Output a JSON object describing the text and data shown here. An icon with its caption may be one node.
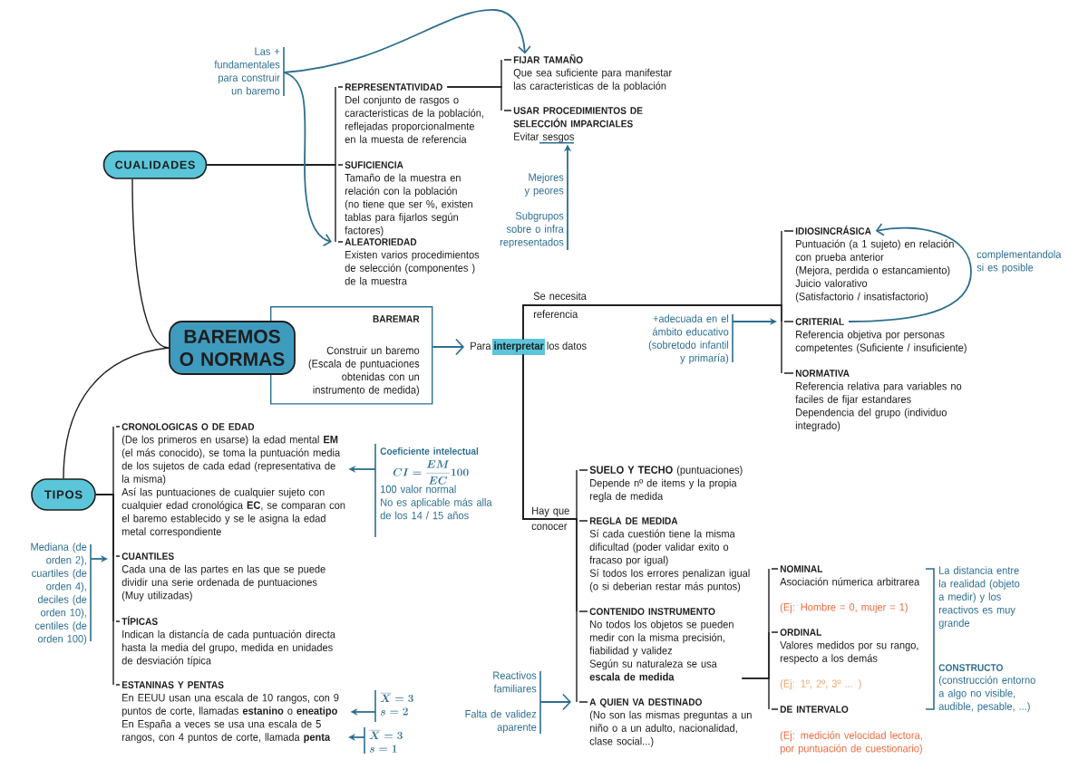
{
  "diagram": {
    "nodes": [
      {
        "text": [
          "BAREMOS O NORMAS"
        ]
      },
      {
        "text": [
          "CUALIDADES"
        ]
      },
      {
        "text": [
          "TIPOS"
        ]
      },
      {
        "text": [
          "BAREMAR",
          "Construir un baremo (Escala de puntuaciones obtenidas con un instrumento de medida)"
        ]
      },
      {
        "text": [
          "Para **interpretar** los datos"
        ]
      },
      {
        "text": [
          "Las + fundamentales para construir un baremo"
        ]
      },
      {
        "text": [
          "REPRESENTATIVIDAD",
          "Del conjunto de rasgos o caracteristicas de la población, reflejadas proporcionalmente en la muesta de referencia"
        ]
      },
      {
        "text": [
          "SUFICIENCIA",
          "Tamaño de la muestra en relación con la población (no tiene que ser %, existen tablas para fijarlos según factores)"
        ]
      },
      {
        "text": [
          "ALEATORIEDAD",
          "Existen varios procedimientos de selección (componentes ) de la muestra"
        ]
      },
      {
        "text": [
          "FIJAR TAMAÑO",
          "Que sea suficiente para manifestar las caracteristicas de la población"
        ]
      },
      {
        "text": [
          "USAR PROCEDIMIENTOS DE SELECCIÓN IMPARCIALES",
          "Evitar sesgos"
        ]
      },
      {
        "text": [
          "Mejores y peores",
          "Subgrupos sobre o infra representados"
        ]
      },
      {
        "text": [
          "IDIOSINCRÁSICA",
          "Puntuación (a 1 sujeto) en relación con prueba anterior",
          "(Mejora, perdida o estancamiento)",
          "Juicio valorativo",
          "(Satisfactorio / insatisfactorio)"
        ]
      },
      {
        "text": [
          "CRITERIAL",
          "Referencia objetiva por personas competentes (Suficiente / insuficiente)"
        ]
      },
      {
        "text": [
          "NORMATIVA",
          "Referencia relativa para variables no faciles de fijar estandares",
          "Dependencia del grupo (individuo integrado)"
        ]
      },
      {
        "text": [
          "+adecuada en el ámbito educativo (sobretodo infantil y primaría)"
        ]
      },
      {
        "text": [
          "**SUELO Y TECHO** (puntuaciones)",
          "Depende nº de items y la propia regla de medida"
        ]
      },
      {
        "text": [
          "REGLA DE MEDIDA",
          "Sí cada cuestión tiene la misma dificultad (poder validar exito o fracaso por igual)",
          "Sí todos los errores penalizan igual (o si deberian restar más puntos)"
        ]
      },
      {
        "text": [
          "CONTENIDO INSTRUMENTO",
          "No todos los objetos se pueden medir con la misma precisión, fiabilidad y validez",
          "Según su naturaleza se usa **escala de medida**"
        ]
      },
      {
        "text": [
          "A QUIEN VA DESTINADO",
          "(No son las mismas preguntas a un niño o a un adulto, nacionalidad, clase social...)"
        ]
      },
      {
        "text": [
          "Reactivos familiares",
          "Falta de validez aparente"
        ]
      },
      {
        "text": [
          "NOMINAL",
          "Asociación númerica arbitrarea",
          "(Ej: Hombre = 0, mujer = 1)"
        ]
      },
      {
        "text": [
          "ORDINAL",
          "Valores medidos por su rango, respecto a los demás",
          "(Ej: 1º, 2º, 3º ... )"
        ]
      },
      {
        "text": [
          "DE INTERVALO",
          "(Ej: medición velocidad lectora, por puntuación de cuestionario)"
        ]
      },
      {
        "text": [
          "CRONOLOGICAS O DE EDAD",
          "(De los primeros en usarse) la edad mental **EM** (el más conocido), se toma la puntuación media de los sujetos de cada edad (representativa de la misma)",
          "Así las puntuaciones de cualquier sujeto con cualquier edad cronológica **EC**, se comparan con el baremo establecido y se le asigna la edad metal correspondiente"
        ]
      },
      {
        "text": [
          "Coeficiente intelectual",
          "CI = \\frac{EM}{EC}100",
          "100 valor normal",
          "No es aplicable más alla de los 14 / 15 años"
        ]
      },
      {
        "text": [
          "CUANTILES",
          "Cada una de las partes en las que se puede dividir una serie ordenada de puntuaciones",
          "(Muy utilizadas)"
        ]
      },
      {
        "text": [
          "Mediana (de orden 2), cuartiles (de orden 4), deciles (de orden 10), centiles (de orden 100)"
        ]
      },
      {
        "text": [
          "TÍPICAS",
          "Indican la distancía de cada puntuación directa hasta la media del grupo, medida en unidades de desviación típica"
        ]
      },
      {
        "text": [
          "ESTANINAS Y PENTAS",
          "En EEUU usan una escala de 10 rangos, con 9 puntos de corte, llamadas **estanino** o **eneatipo**",
          "En España a veces se usa una escala de 5 rangos, con 4 puntos de corte, llamada **penta**"
        ]
      },
      {
        "text": [
          "\\overline{X} = 3",
          "s = 2"
        ]
      },
      {
        "text": [
          "\\overline{X} = 3",
          "s = 1"
        ]
      }
    ],
    "edges": [
      {
        "from": 0,
        "to": 1,
        "arrow": "none"
      },
      {
        "from": 0,
        "to": 2,
        "arrow": "none"
      },
      {
        "from": 3,
        "to": 4,
        "arrow": "to",
        "color": "#2c6e8f"
      },
      {
        "from": 1,
        "to": 6,
        "arrow": "none"
      },
      {
        "from": 1,
        "to": 7,
        "arrow": "none"
      },
      {
        "from": 1,
        "to": 8,
        "arrow": "none"
      },
      {
        "from": 6,
        "to": 9,
        "arrow": "none"
      },
      {
        "from": 6,
        "to": 10,
        "arrow": "none"
      },
      {
        "from": 5,
        "to": 9,
        "arrow": "to",
        "color": "#2c6e8f"
      },
      {
        "from": 5,
        "to": 8,
        "arrow": "to",
        "color": "#2c6e8f"
      },
      {
        "from": 11,
        "to": 10,
        "arrow": "to",
        "color": "#2c6e8f"
      },
      {
        "from": 4,
        "to": 12,
        "arrow": "none",
        "label": "Se necesita referencia"
      },
      {
        "from": 4,
        "to": 13,
        "arrow": "none"
      },
      {
        "from": 4,
        "to": 14,
        "arrow": "none"
      },
      {
        "from": 13,
        "to": 12,
        "arrow": "to",
        "color": "#2c6e8f",
        "label": "complementandola si es posible"
      },
      {
        "from": 15,
        "to": 13,
        "arrow": "to",
        "color": "#2c6e8f"
      },
      {
        "from": 4,
        "to": 16,
        "arrow": "none",
        "label": "Hay que conocer"
      },
      {
        "from": 4,
        "to": 17,
        "arrow": "none"
      },
      {
        "from": 4,
        "to": 18,
        "arrow": "none"
      },
      {
        "from": 4,
        "to": 19,
        "arrow": "none"
      },
      {
        "from": 20,
        "to": 19,
        "arrow": "to",
        "color": "#2c6e8f"
      },
      {
        "from": 18,
        "to": 21,
        "arrow": "none"
      },
      {
        "from": 18,
        "to": 22,
        "arrow": "none"
      },
      {
        "from": 18,
        "to": 23,
        "arrow": "none"
      },
      {
        "from": 2,
        "to": 24,
        "arrow": "none"
      },
      {
        "from": 2,
        "to": 26,
        "arrow": "none"
      },
      {
        "from": 2,
        "to": 28,
        "arrow": "none"
      },
      {
        "from": 2,
        "to": 29,
        "arrow": "none"
      },
      {
        "from": 25,
        "to": 24,
        "arrow": "to",
        "color": "#2c6e8f"
      },
      {
        "from": 27,
        "to": 26,
        "arrow": "to",
        "color": "#2c6e8f"
      },
      {
        "from": 30,
        "to": 29,
        "arrow": "to",
        "color": "#2c6e8f"
      },
      {
        "from": 31,
        "to": 29,
        "arrow": "to",
        "color": "#2c6e8f"
      }
    ],
    "labels": [
      "La distancia entre la realidad (objeto a medir) y los reactivos es muy grande",
      "CONSTRUCTO",
      "(construcción entorno a algo no visible, audible, pesable, ...)"
    ]
  }
}
